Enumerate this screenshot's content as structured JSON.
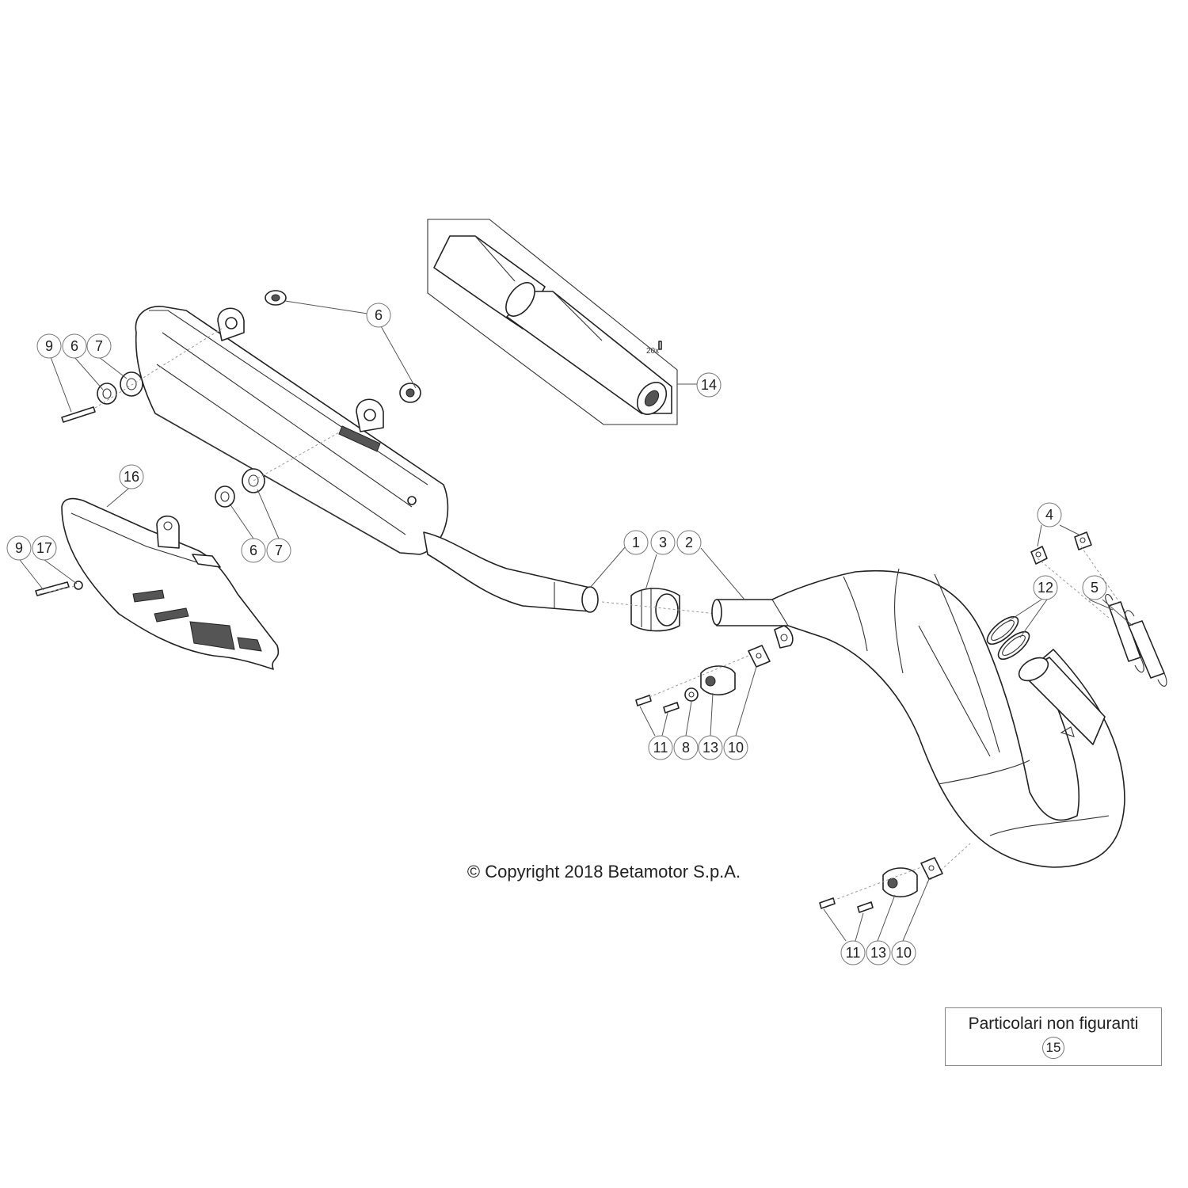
{
  "callouts": {
    "c1": "1",
    "c2": "2",
    "c3": "3",
    "c4": "4",
    "c5": "5",
    "c6a": "6",
    "c6b": "6",
    "c6c": "6",
    "c7a": "7",
    "c7b": "7",
    "c8": "8",
    "c9a": "9",
    "c9b": "9",
    "c10a": "10",
    "c10b": "10",
    "c11a": "11",
    "c11b": "11",
    "c12": "12",
    "c13a": "13",
    "c13b": "13",
    "c14": "14",
    "c16": "16",
    "c17": "17"
  },
  "packing_quantity": "20x",
  "notes": {
    "title": "Particolari non figuranti",
    "ref": "15"
  },
  "copyright": "© Copyright 2018 Betamotor S.p.A."
}
